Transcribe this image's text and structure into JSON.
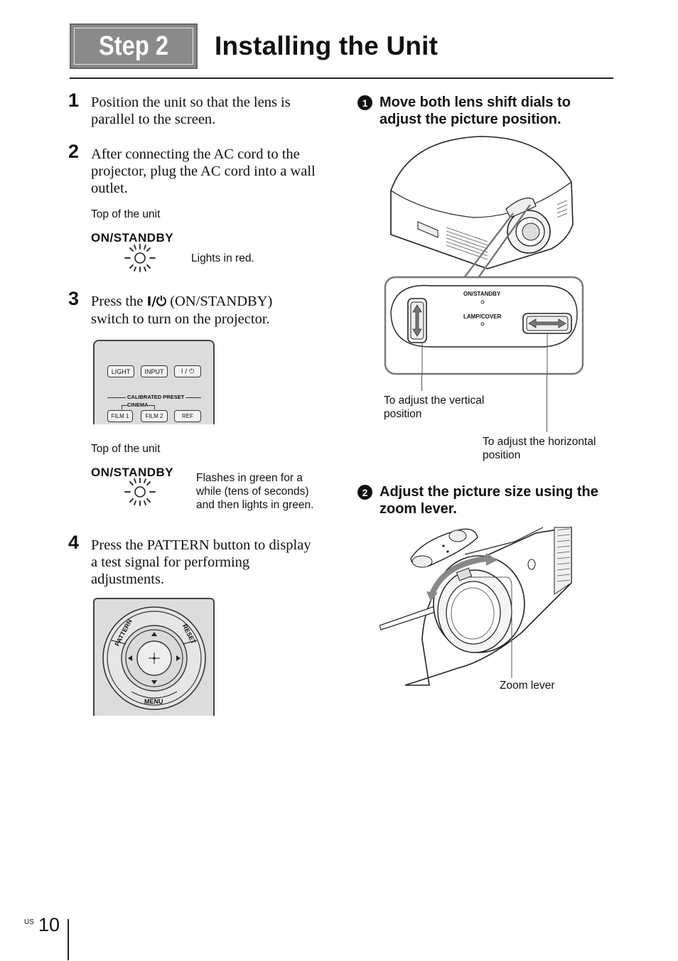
{
  "header": {
    "step_label": "Step 2",
    "title": "Installing the Unit"
  },
  "steps": [
    {
      "num": "1",
      "text_line1": "Position the unit so that the lens is",
      "text_line2": "parallel to the screen."
    },
    {
      "num": "2",
      "text_line1": "After connecting the AC cord to the",
      "text_line2": "projector, plug the AC cord into a wall",
      "text_line3": "outlet.",
      "caption_top": "Top of the unit",
      "indicator_label": "ON/STANDBY",
      "indicator_note": "Lights in red."
    },
    {
      "num": "3",
      "text_prefix": "Press the ",
      "text_symbol": "I/⏻",
      "text_suffix": " (ON/STANDBY)",
      "text_line2": "switch to turn on the projector.",
      "remote_buttons": [
        "LIGHT",
        "INPUT",
        "I / ⏻"
      ],
      "remote_group_label": "CALIBRATED PRESET",
      "remote_subgroup_label": "CINEMA",
      "remote_preset_buttons": [
        "FILM 1",
        "FILM 2",
        "REF"
      ],
      "caption_top": "Top of the unit",
      "indicator_label": "ON/STANDBY",
      "indicator_note_line1": "Flashes in green for a",
      "indicator_note_line2": "while (tens of seconds)",
      "indicator_note_line3": "and then lights in green."
    },
    {
      "num": "4",
      "text_line1": "Press the PATTERN button to display",
      "text_line2": "a test signal for performing",
      "text_line3": "adjustments.",
      "remote_pattern": "PATTERN",
      "remote_reset": "RESET",
      "remote_menu": "MENU"
    }
  ],
  "right": {
    "sub1": {
      "num": "1",
      "line1": "Move both lens shift dials to",
      "line2": "adjust the picture position."
    },
    "panel": {
      "on_standby": "ON/STANDBY",
      "lamp_cover": "LAMP/COVER"
    },
    "callout_vertical_line1": "To adjust the vertical",
    "callout_vertical_line2": "position",
    "callout_horizontal_line1": "To adjust the horizontal",
    "callout_horizontal_line2": "position",
    "sub2": {
      "num": "2",
      "line1": "Adjust the picture size using the",
      "line2": "zoom lever."
    },
    "zoom_label": "Zoom lever"
  },
  "footer": {
    "region": "US",
    "page": "10"
  }
}
